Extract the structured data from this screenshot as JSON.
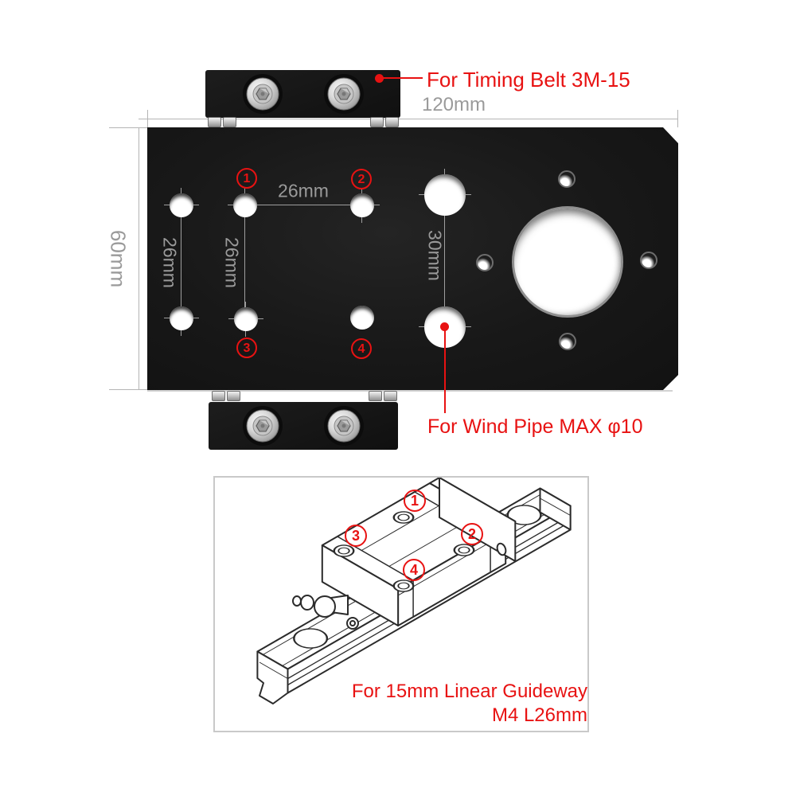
{
  "callouts": {
    "timing_belt": "For Timing Belt 3M-15",
    "wind_pipe": "For Wind Pipe MAX φ10"
  },
  "plate_dims": {
    "width": "120mm",
    "height": "60mm",
    "hole_pitch_h": "26mm",
    "hole_pitch_v_left": "26mm",
    "hole_pitch_v_mid": "26mm",
    "wind_hole_pitch": "30mm"
  },
  "plate_markers": [
    {
      "label": "1"
    },
    {
      "label": "2"
    },
    {
      "label": "3"
    },
    {
      "label": "4"
    }
  ],
  "guideway": {
    "markers": [
      {
        "label": "1"
      },
      {
        "label": "2"
      },
      {
        "label": "3"
      },
      {
        "label": "4"
      }
    ],
    "caption_line1": "For 15mm Linear Guideway",
    "caption_line2": "M4 L26mm"
  },
  "colors": {
    "annotation_red": "#e81212",
    "dimension_gray": "#9a9a9a",
    "line_gray": "#b4b4b4",
    "plate_black": "#181818",
    "drawing_stroke": "#2b2b2b",
    "box_border": "#c9c9c9"
  }
}
